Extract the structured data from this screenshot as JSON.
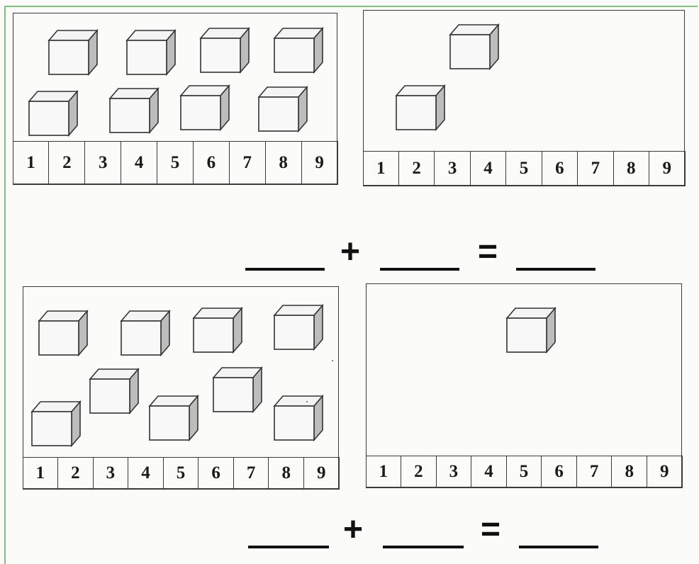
{
  "worksheet": {
    "problems": [
      {
        "left_panel": {
          "cube_count": 8,
          "numbers": [
            "1",
            "2",
            "3",
            "4",
            "5",
            "6",
            "7",
            "8",
            "9"
          ]
        },
        "right_panel": {
          "cube_count": 2,
          "numbers": [
            "1",
            "2",
            "3",
            "4",
            "5",
            "6",
            "7",
            "8",
            "9"
          ]
        },
        "equation": {
          "plus": "+",
          "equals": "="
        }
      },
      {
        "left_panel": {
          "cube_count": 9,
          "numbers": [
            "1",
            "2",
            "3",
            "4",
            "5",
            "6",
            "7",
            "8",
            "9"
          ]
        },
        "right_panel": {
          "cube_count": 1,
          "numbers": [
            "1",
            "2",
            "3",
            "4",
            "5",
            "6",
            "7",
            "8",
            "9"
          ]
        },
        "equation": {
          "plus": "+",
          "equals": "="
        }
      }
    ]
  },
  "colors": {
    "ink": "#1a1a1a",
    "cube_side": "#c8c8c8",
    "cube_face": "#f6f6f6",
    "margin_line": "#7cc47c"
  }
}
